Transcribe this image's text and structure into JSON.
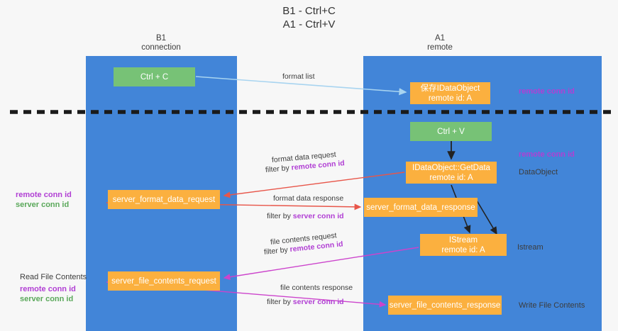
{
  "title": {
    "line1": "B1 - Ctrl+C",
    "line2": "A1 - Ctrl+V"
  },
  "lanes": [
    {
      "name": "b1",
      "title": "B1",
      "subtitle": "connection",
      "color": "#4285d8"
    },
    {
      "name": "a1",
      "title": "A1",
      "subtitle": "remote",
      "color": "#4285d8"
    }
  ],
  "colors": {
    "lane": "#4285d8",
    "green_box": "#77c276",
    "orange_box": "#fbb03f",
    "purple_text": "#b13fd4",
    "green_text": "#5aa85a",
    "arrow_blue": "#a8d4f0",
    "arrow_red": "#e8564a",
    "arrow_magenta": "#cc44cc",
    "arrow_black": "#222222",
    "background": "#f7f7f7"
  },
  "boxes": {
    "ctrl_c": "Ctrl + C",
    "save_idataobject": {
      "line1": "保存IDataObject",
      "line2": "remote id: A"
    },
    "ctrl_v": "Ctrl + V",
    "getdata": {
      "line1": "IDataObject::GetData",
      "line2": "remote id: A"
    },
    "server_format_data_request": "server_format_data_request",
    "server_format_data_response": "server_format_data_response",
    "istream": {
      "line1": "IStream",
      "line2": "remote id: A"
    },
    "server_file_contents_request": "server_file_contents_request",
    "server_file_contents_response": "server_file_contents_response"
  },
  "captions": {
    "format_list": "format list",
    "format_data_request": "format data request",
    "format_data_request_filter_prefix": "filter by ",
    "format_data_request_filter_key": "remote conn id",
    "format_data_response": "format data response",
    "format_data_response_filter_prefix": "filter by ",
    "format_data_response_filter_key": "server conn id",
    "file_contents_request": "file contents request",
    "file_contents_request_filter_prefix": "filter by ",
    "file_contents_request_filter_key": "remote conn id",
    "file_contents_response": "file contents response",
    "file_contents_response_filter_prefix": "filter by ",
    "file_contents_response_filter_key": "server conn id"
  },
  "side_labels": {
    "remote_conn_id_top": "remote conn id",
    "remote_conn_id_mid": "remote conn id",
    "dataobject": "DataObject",
    "istream": "Istream",
    "write_file_contents": "Write File Contents",
    "left_remote_conn_id": "remote conn id",
    "left_server_conn_id": "server conn id",
    "read_file_contents": "Read File Contents",
    "left_remote_conn_id_2": "remote conn id",
    "left_server_conn_id_2": "server conn id"
  }
}
